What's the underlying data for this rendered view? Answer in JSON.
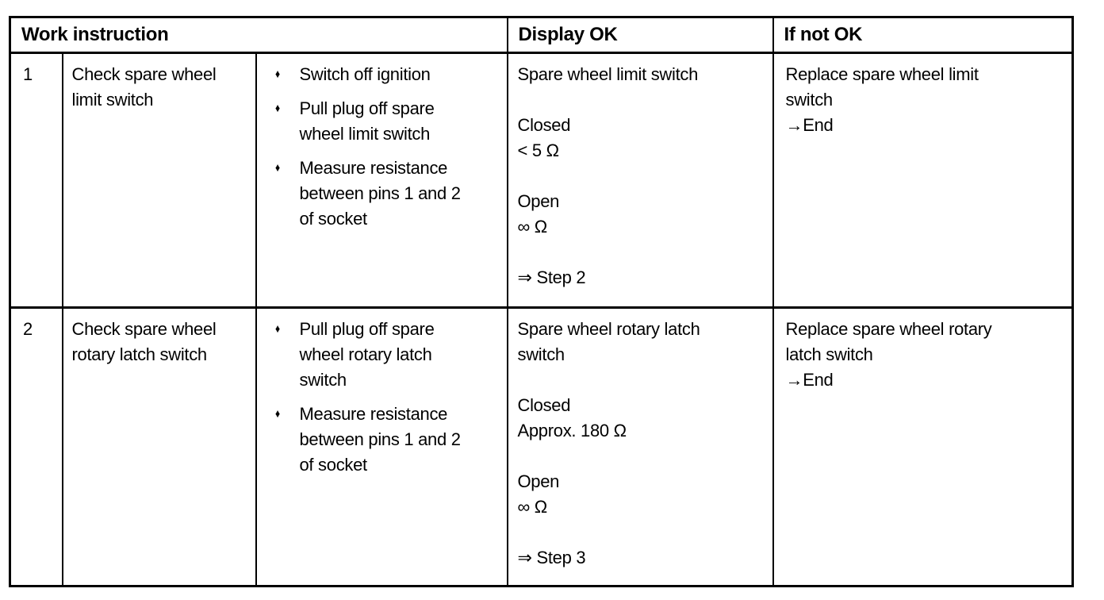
{
  "table": {
    "bullet_icon": "♦",
    "headers": {
      "work_instruction": "Work instruction",
      "display_ok": "Display OK",
      "if_not_ok": "If not OK"
    },
    "rows": [
      {
        "step_number": "1",
        "task": "Check spare wheel\nlimit switch",
        "steps": [
          "Switch off ignition",
          "Pull plug off spare\nwheel limit switch",
          "Measure resistance\nbetween pins 1 and 2\nof socket"
        ],
        "display_ok": "Spare wheel limit switch\n\nClosed\n< 5 Ω\n\nOpen\n∞ Ω\n\n⇒ Step 2",
        "if_not_ok": "Replace spare wheel limit\nswitch\n→End"
      },
      {
        "step_number": "2",
        "task": "Check spare wheel\nrotary latch switch",
        "steps": [
          "Pull plug off spare\nwheel rotary latch\nswitch",
          "Measure resistance\nbetween pins 1 and 2\nof socket"
        ],
        "display_ok": "Spare wheel rotary latch\nswitch\n\nClosed\nApprox. 180 Ω\n\nOpen\n∞ Ω\n\n⇒ Step 3",
        "if_not_ok": "Replace spare wheel rotary\nlatch switch\n→End"
      }
    ]
  }
}
